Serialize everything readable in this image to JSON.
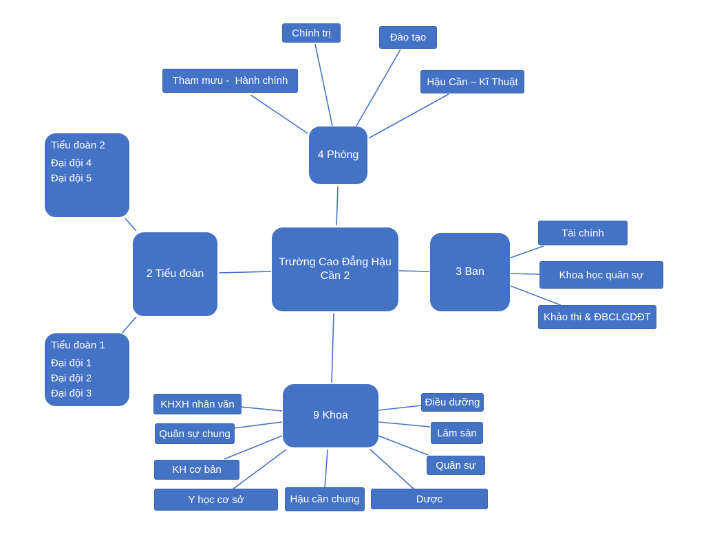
{
  "center": "Trường Cao Đẳng Hậu Cần 2",
  "phong": {
    "label": "4 Phòng",
    "items": [
      "Chính trị",
      "Đào tạo",
      "Tham mưu -  Hành chính",
      "Hậu Cần – Kĩ Thuật"
    ]
  },
  "ban": {
    "label": "3 Ban",
    "items": [
      "Tài chính",
      "Khoa học quân sự",
      "Khảo thi & ĐBCLGDĐT"
    ]
  },
  "tieudoan": {
    "label": "2 Tiểu đoàn",
    "td2": {
      "title": "Tiểu đoàn 2",
      "items": [
        "Đại đội 4",
        "Đại đội 5"
      ]
    },
    "td1": {
      "title": "Tiểu đoàn 1",
      "items": [
        "Đại đội 1",
        "Đại đội 2",
        "Đại đội 3"
      ]
    }
  },
  "khoa": {
    "label": "9 Khoa",
    "items": [
      "KHXH nhân văn",
      "Quân sự chung",
      "KH cơ bản",
      "Y học cơ sở",
      "Hậu cần chung",
      "Dược",
      "Quân sự",
      "Lâm sàn",
      "Điều dưỡng"
    ]
  }
}
